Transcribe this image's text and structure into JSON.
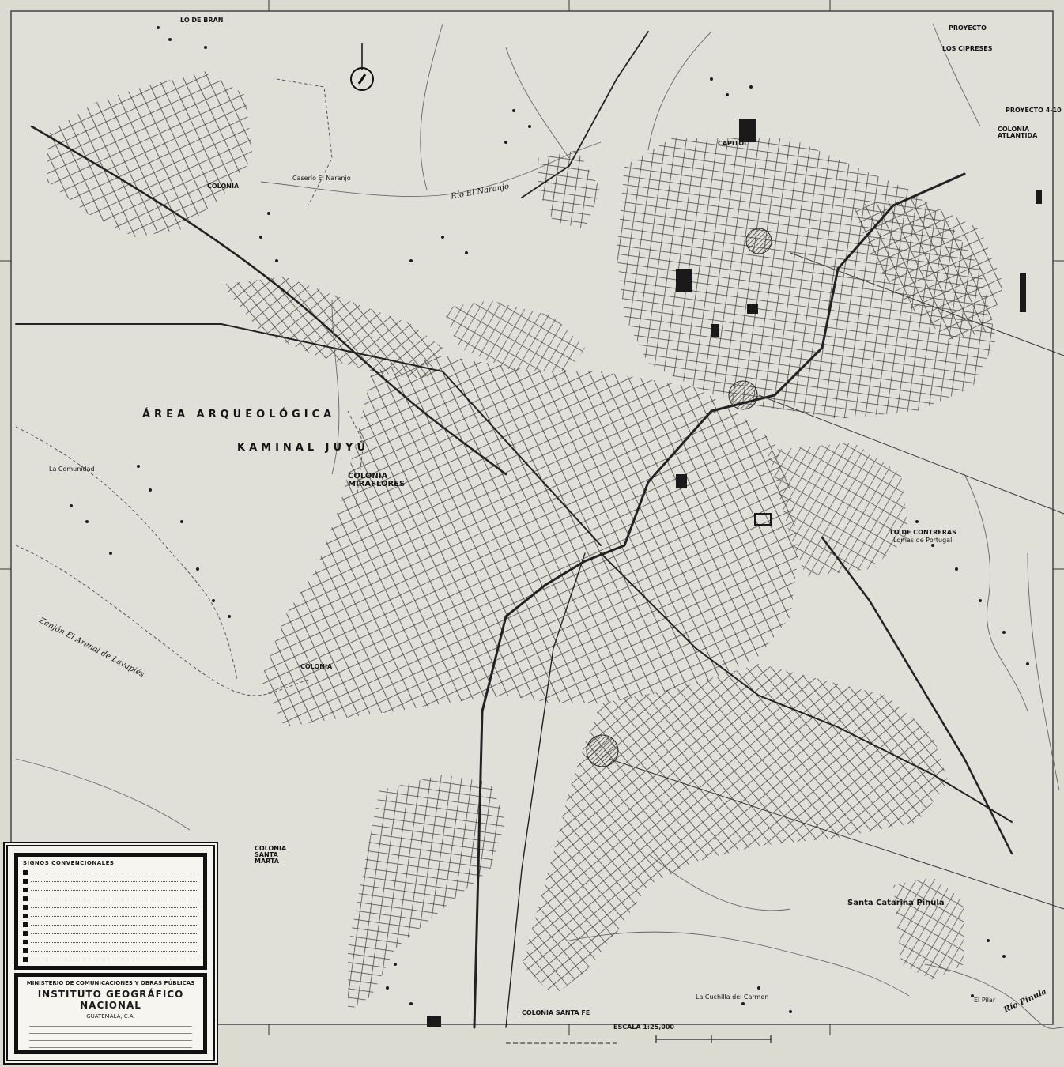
{
  "map": {
    "labels": {
      "area_arqueologica": "ÁREA ARQUEOLÓGICA",
      "kaminal_juyu": "KAMINAL JUYÚ",
      "colonia_miraflores": "COLONIA MIRAFLORES",
      "colonia_atlantida": "COLONIA ATLANTIDA",
      "los_cipreses": "LOS CIPRESES",
      "proyecto_4_10": "PROYECTO 4-10",
      "proyecto": "PROYECTO",
      "rio_el_naranjo": "Río El Naranjo",
      "rio_pinula": "Río Pinula",
      "zanjon_el_arenal": "Zanjón El Arenal de Lavapiés",
      "santa_catarina_pinula": "Santa Catarina Pinula",
      "la_comunidad": "La Comunidad",
      "la_cuchilla_del_carmen": "La Cuchilla del Carmen",
      "colonia_santa_fe": "COLONIA SANTA FE",
      "colonia_primero_de_julio": "COLONIA",
      "colonia_santa_marta": "COLONIA SANTA MARTA",
      "el_pilar": "El Pilar",
      "capitol": "CAPITOL",
      "lomas_de_pamplona": "Lomas de Portugal",
      "lo_de_bran": "LO DE BRAN",
      "colonia_bethania": "COLONIA",
      "el_naranjo_caserio": "Caserío El Naranjo",
      "lo_de_contreras": "LO DE CONTRERAS"
    }
  },
  "legend": {
    "title": "SIGNOS CONVENCIONALES",
    "institution_ministry": "MINISTERIO DE COMUNICACIONES Y OBRAS PÚBLICAS",
    "institution_name": "INSTITUTO GEOGRÁFICO NACIONAL",
    "institution_city": "GUATEMALA, C.A."
  },
  "scale": {
    "text": "ESCALA 1:25,000"
  }
}
